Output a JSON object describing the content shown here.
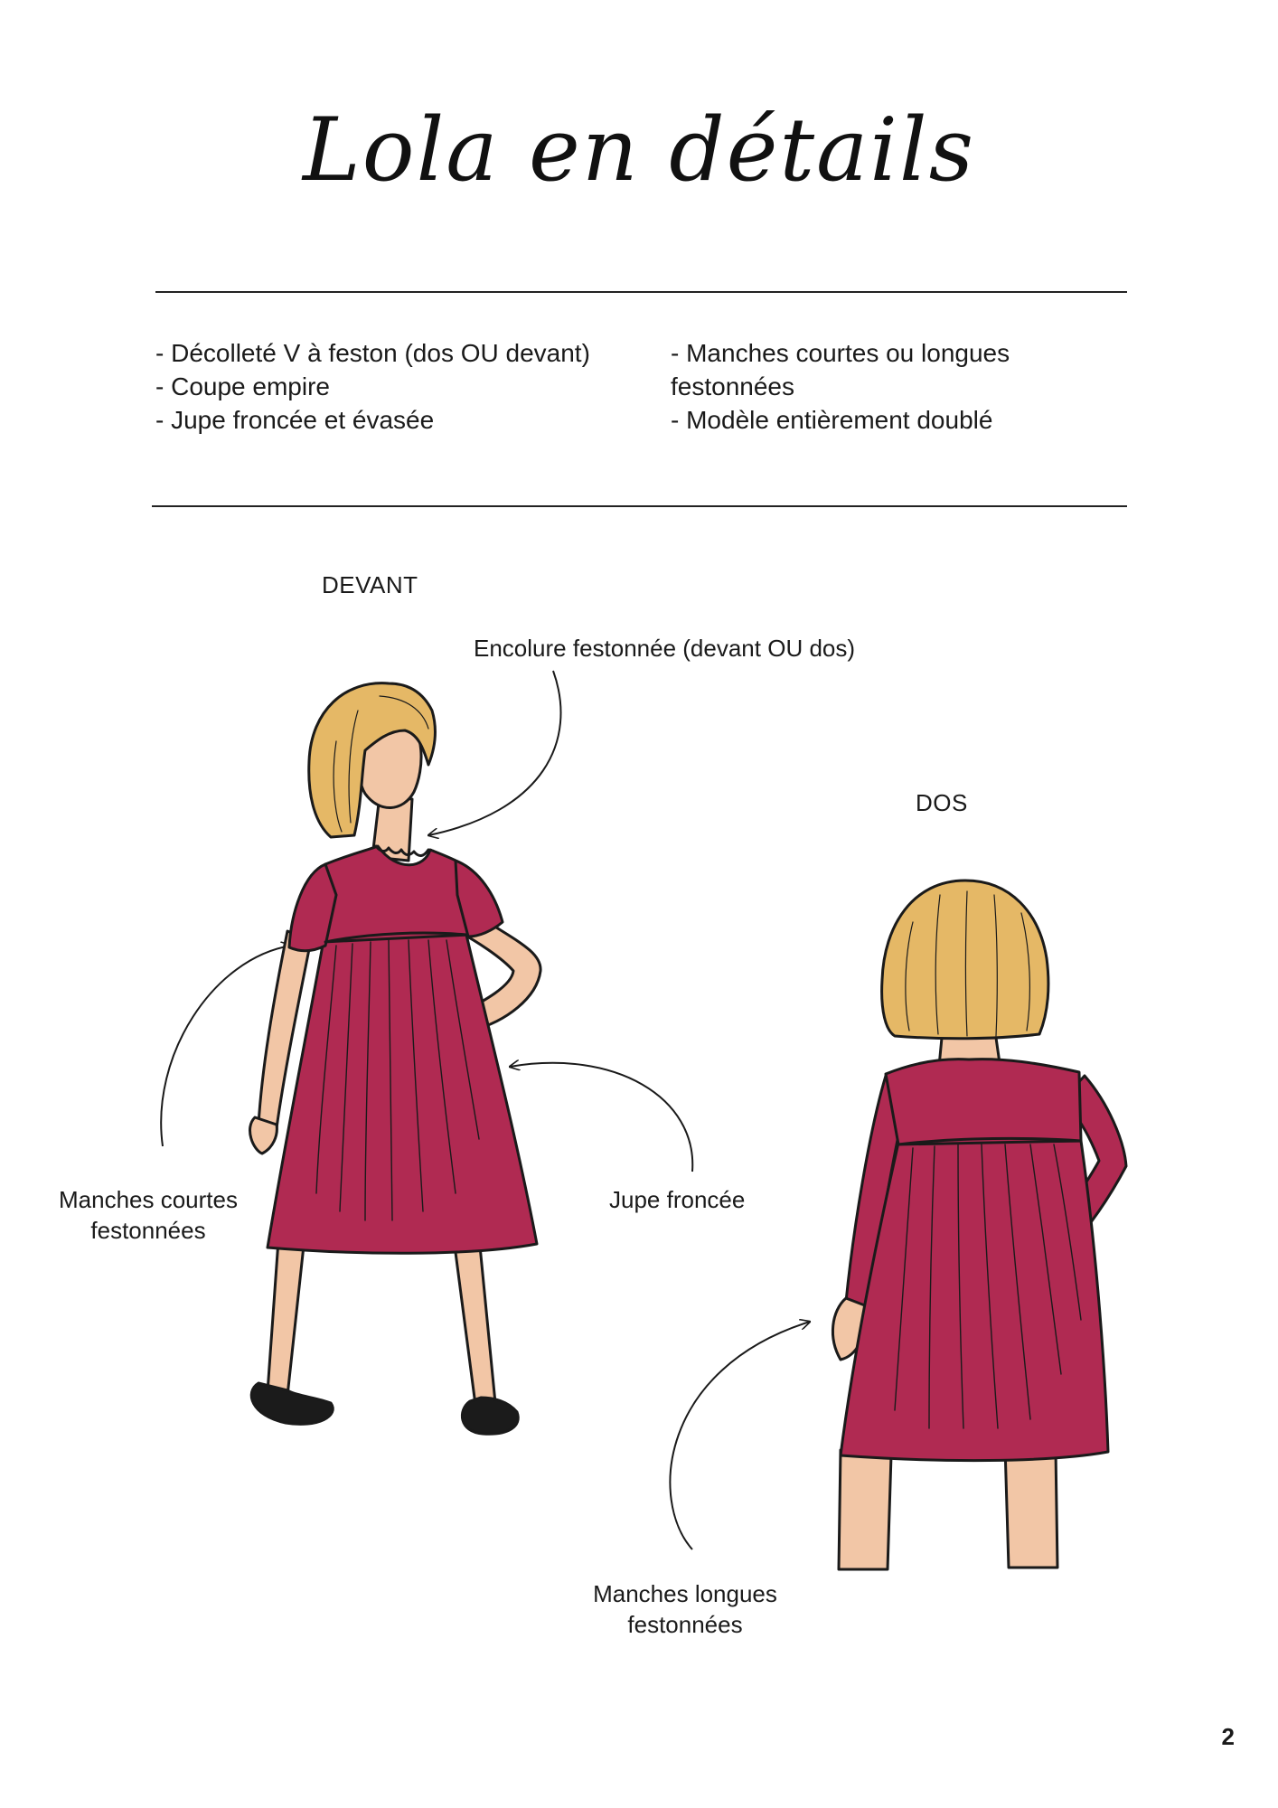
{
  "title": "Lola en détails",
  "features_left": [
    "- Décolleté V à feston (dos OU devant)",
    "- Coupe empire",
    "- Jupe froncée et évasée"
  ],
  "features_right": [
    "- Manches courtes ou longues festonnées",
    "- Modèle entièrement doublé"
  ],
  "views": {
    "front": "DEVANT",
    "back": "DOS"
  },
  "annotations": {
    "neckline": "Encolure festonnée (devant OU dos)",
    "short_sleeves_line1": "Manches courtes",
    "short_sleeves_line2": "festonnées",
    "skirt": "Jupe froncée",
    "long_sleeves_line1": "Manches longues",
    "long_sleeves_line2": "festonnées"
  },
  "page_number": "2",
  "colors": {
    "dress": "#b02a52",
    "hair": "#e5b866",
    "skin": "#f2c6a6",
    "outline": "#1a1a1a",
    "shoes": "#1b1b1b"
  }
}
